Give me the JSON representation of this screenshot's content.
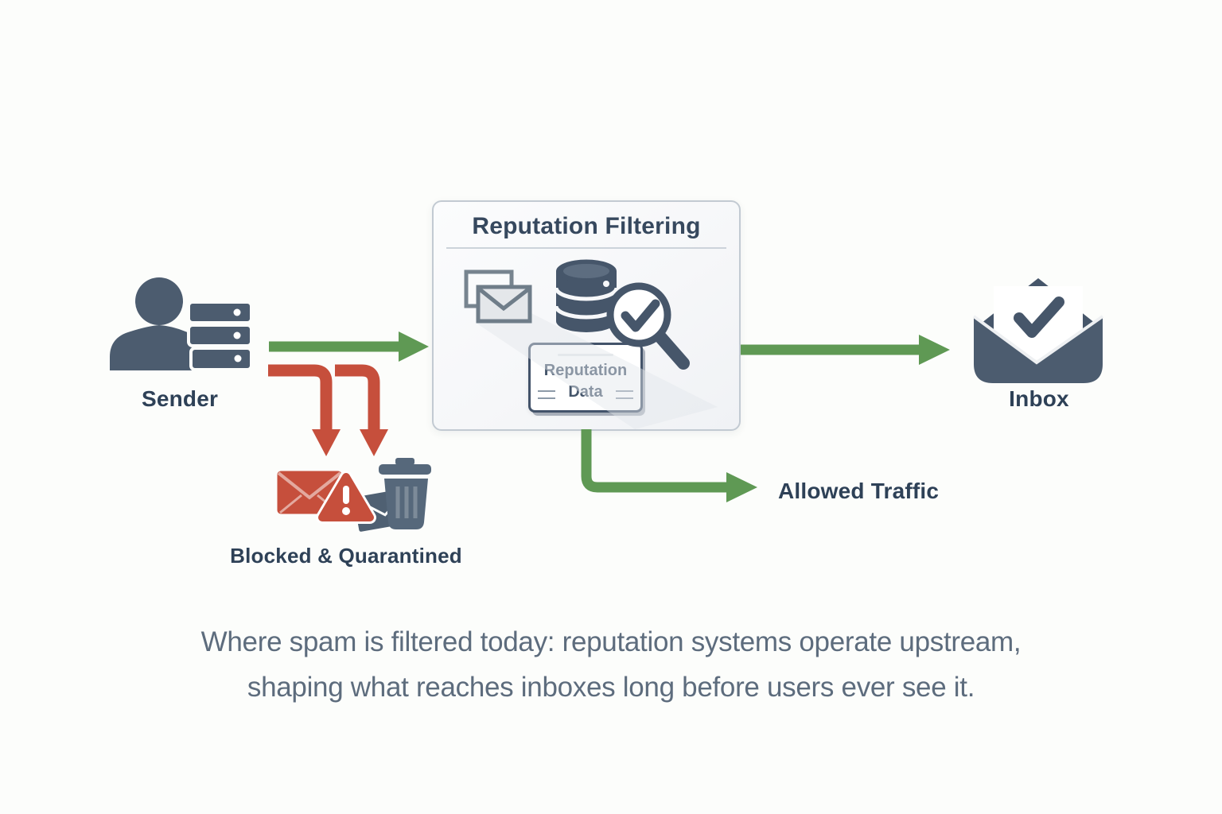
{
  "diagram": {
    "sender": {
      "label": "Sender"
    },
    "filter_box": {
      "title": "Reputation Filtering",
      "data_card_label": "Reputation Data"
    },
    "inbox": {
      "label": "Inbox"
    },
    "blocked": {
      "label": "Blocked & Quarantined"
    },
    "allowed": {
      "label": "Allowed Traffic"
    },
    "caption": {
      "line1": "Where spam is filtered today: reputation systems operate upstream,",
      "line2": "shaping what reaches inboxes long before users ever see it."
    },
    "flows": [
      {
        "from": "sender",
        "to": "reputation-filtering",
        "type": "allowed",
        "color": "#5f9954"
      },
      {
        "from": "sender",
        "to": "blocked-quarantined",
        "type": "rejected",
        "color": "#c64f3c"
      },
      {
        "from": "reputation-filtering",
        "to": "inbox",
        "type": "allowed",
        "color": "#5f9954"
      },
      {
        "from": "reputation-filtering",
        "to": "allowed-traffic",
        "type": "allowed",
        "color": "#5f9954"
      }
    ],
    "colors": {
      "allowed_flow_green": "#5f9954",
      "blocked_flow_red": "#c64f3c",
      "icon_slate": "#4c5c6f",
      "label_navy": "#2e4157",
      "caption_gray": "#5d6c7d",
      "box_border": "#c2cad2"
    },
    "icons": [
      "sender-user-icon",
      "server-stack-icon",
      "mail-pair-icon",
      "database-icon",
      "magnifier-check-icon",
      "reputation-data-card",
      "blocked-mail-icon",
      "warning-icon",
      "quarantine-mail-icon",
      "trash-icon",
      "inbox-envelope-icon"
    ]
  }
}
